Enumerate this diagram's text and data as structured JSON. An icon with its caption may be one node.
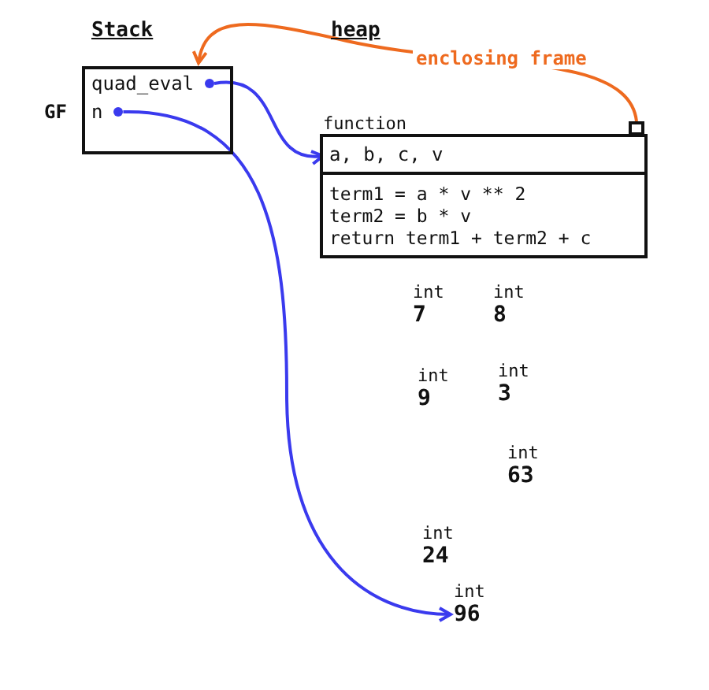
{
  "diagram": {
    "nodes": [
      {
        "text": [],
        "shape": "box",
        "beside": [
          "GF"
        ]
      },
      {
        "text": [
          "quad_eval"
        ],
        "in": 0
      },
      {
        "text": [
          "n"
        ],
        "in": 0
      },
      {
        "text": [
          "function"
        ]
      },
      {
        "text": [
          "a, b, c, v"
        ],
        "in": 3
      },
      {
        "text": [
          "term1 = a * v ** 2",
          "term2 = b * v",
          "return term1 + term2 + c"
        ],
        "in": 3
      },
      {
        "text": [],
        "shape": "box"
      },
      {
        "text": [
          "int",
          "7"
        ]
      },
      {
        "text": [
          "int",
          "8"
        ]
      },
      {
        "text": [
          "int",
          "9"
        ]
      },
      {
        "text": [
          "int",
          "3"
        ]
      },
      {
        "text": [
          "int",
          "63"
        ]
      },
      {
        "text": [
          "int",
          "24"
        ]
      },
      {
        "text": [
          "int",
          "96"
        ]
      }
    ],
    "edges": [
      {
        "from": 1,
        "to": 4,
        "arrow": "to"
      },
      {
        "from": 2,
        "to": 13,
        "arrow": "to"
      },
      {
        "from": 6,
        "to": 0,
        "arrow": "to",
        "label": "enclosing frame",
        "color": "#ee6a1f"
      }
    ],
    "labels": [
      "Stack",
      "heap"
    ]
  }
}
